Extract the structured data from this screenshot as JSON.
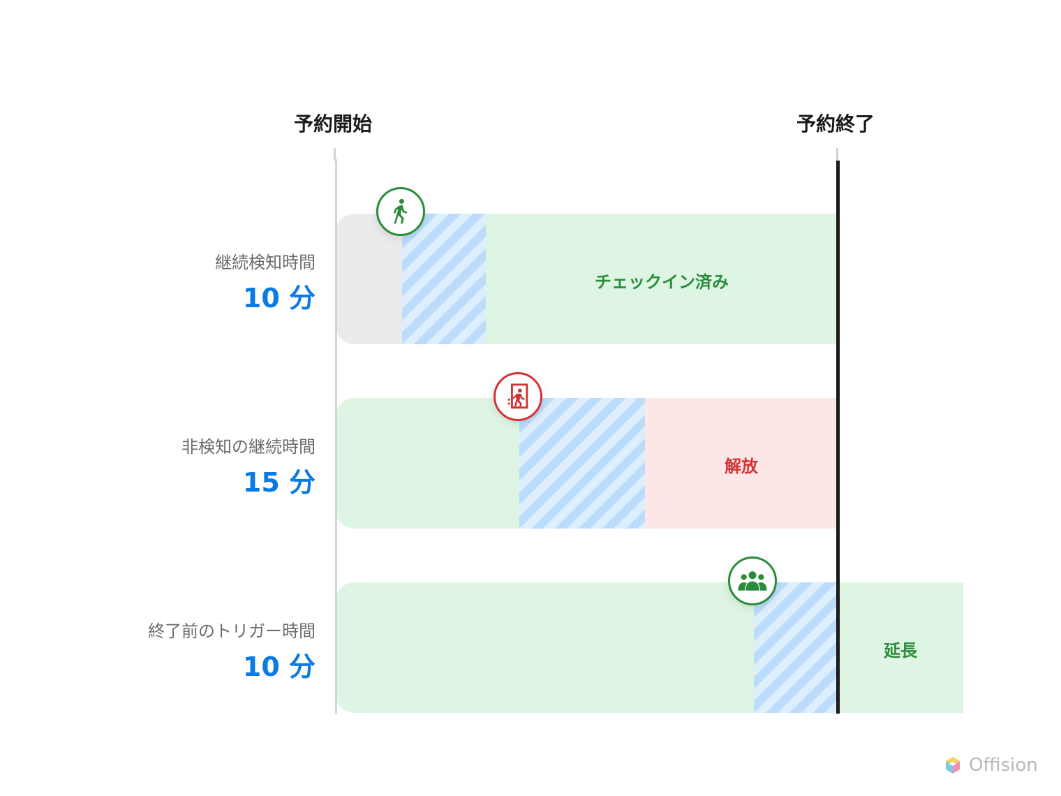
{
  "header": {
    "start_label": "予約開始",
    "end_label": "予約終了"
  },
  "rows": [
    {
      "label": "継続検知時間",
      "value": "10 分",
      "icon": "walking-person-icon",
      "icon_color": "#2a8c3a",
      "result_label": "チェックイン済み",
      "result_color": "#2a8c3a"
    },
    {
      "label": "非検知の継続時間",
      "value": "15 分",
      "icon": "exit-door-icon",
      "icon_color": "#d23333",
      "result_label": "解放",
      "result_color": "#d23333"
    },
    {
      "label": "終了前のトリガー時間",
      "value": "10 分",
      "icon": "group-people-icon",
      "icon_color": "#2a8c3a",
      "result_label": "延長",
      "result_color": "#2a8c3a"
    }
  ],
  "colors": {
    "value_blue": "#0a7ae6",
    "green_fill": "#dff5e3",
    "red_fill": "#fde6e6",
    "grey_fill": "#ebebec",
    "hatch_dark": "#bcdcfc",
    "hatch_light": "#ddeeff"
  },
  "brand": {
    "name": "Offision",
    "logo_icon": "offision-logo-icon"
  }
}
